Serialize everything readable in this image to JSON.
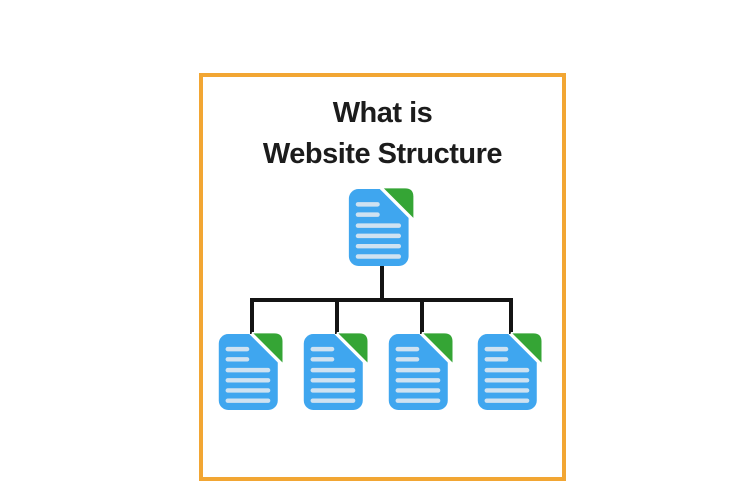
{
  "title": {
    "line1": "What is",
    "line2": "Website Structure"
  },
  "colors": {
    "accent_border": "#F2A633",
    "title_text": "#1C1C1C",
    "doc_blue": "#3FA6EF",
    "fold_green": "#35A535",
    "doc_line": "#CFE2F1",
    "connector_black": "#141414",
    "background": "#FFFFFF"
  },
  "diagram": {
    "type": "tree",
    "levels": 2,
    "root": {
      "id": "root-page",
      "icon": "document-icon"
    },
    "children": [
      {
        "id": "child-page-1",
        "icon": "document-icon"
      },
      {
        "id": "child-page-2",
        "icon": "document-icon"
      },
      {
        "id": "child-page-3",
        "icon": "document-icon"
      },
      {
        "id": "child-page-4",
        "icon": "document-icon"
      }
    ]
  }
}
